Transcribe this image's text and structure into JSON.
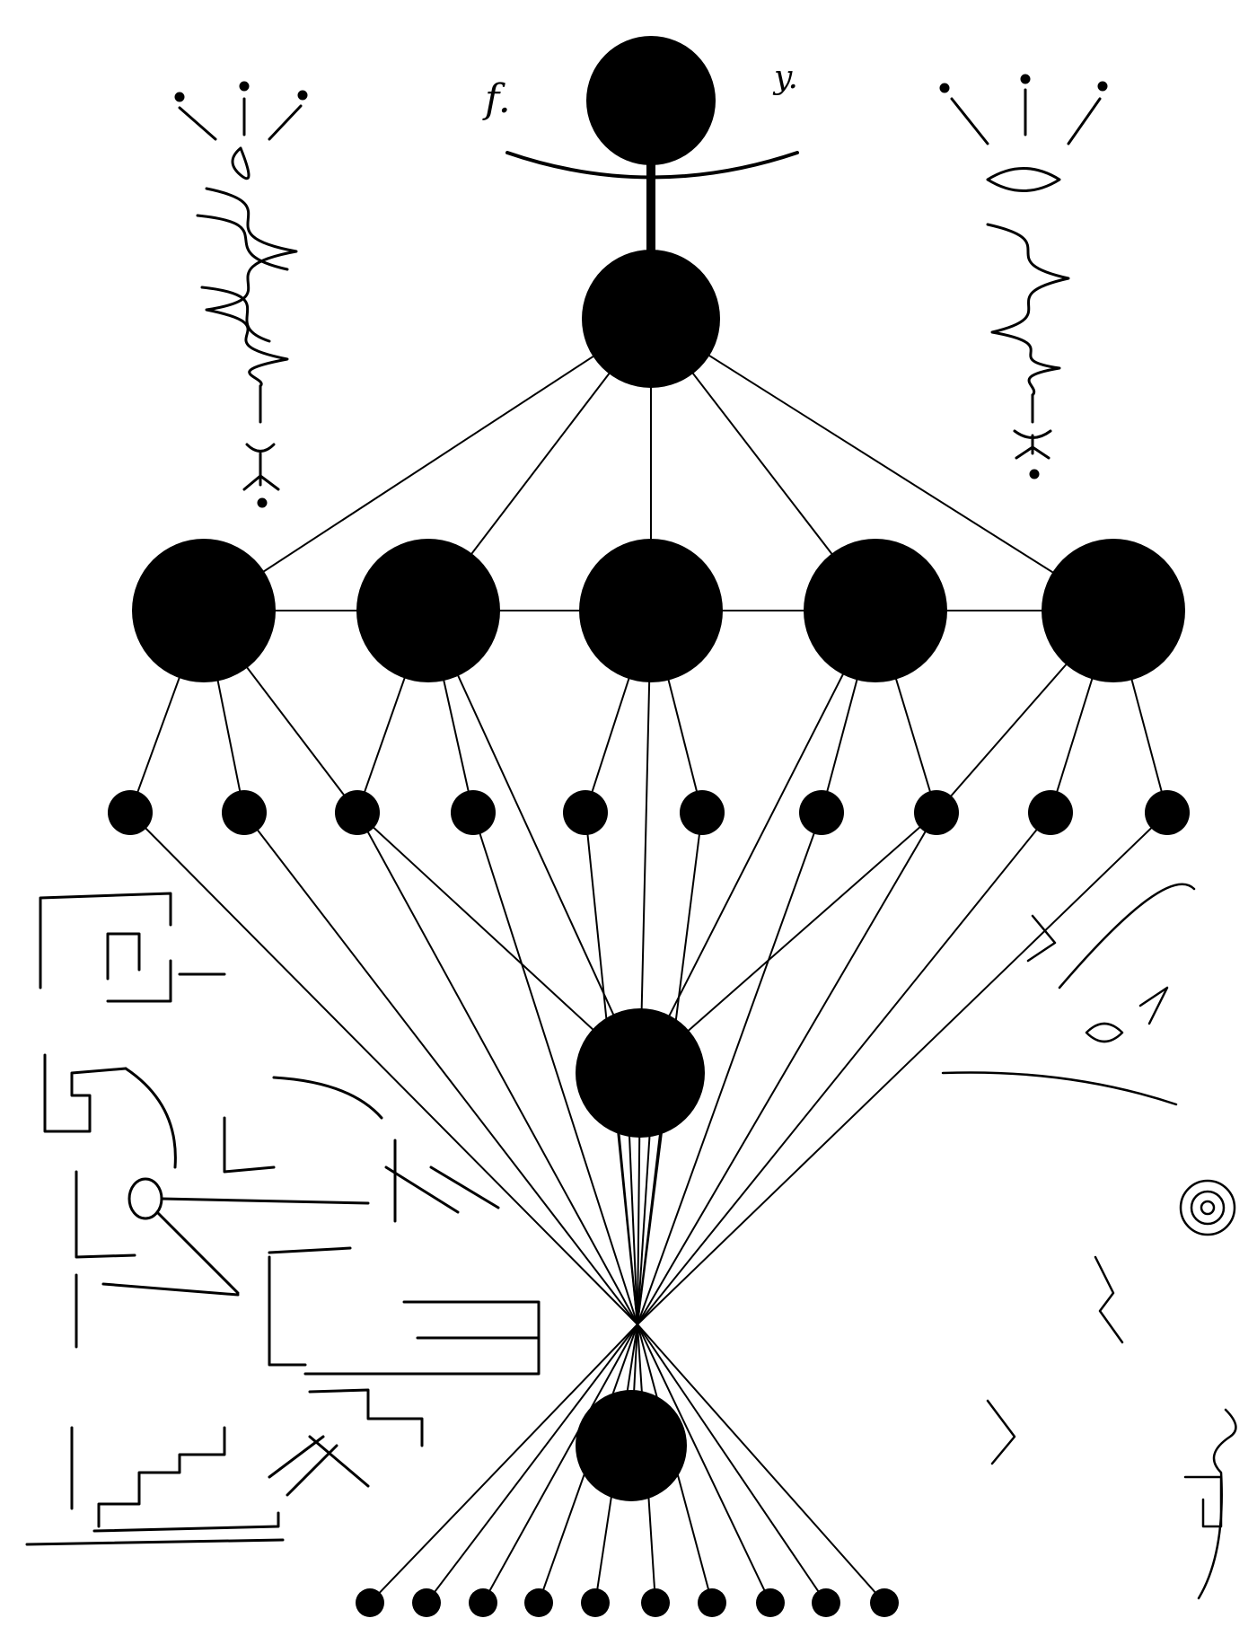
{
  "colors": {
    "ink": "#000000",
    "paper": "#ffffff"
  },
  "top_glyphs": {
    "left": "f.",
    "right": "y."
  },
  "diagram": {
    "type": "hierarchical node network",
    "nodes": [
      {
        "id": "apex",
        "tier": "apex"
      },
      {
        "id": "root",
        "tier": "root"
      },
      {
        "id": "l1-1",
        "tier": "large"
      },
      {
        "id": "l1-2",
        "tier": "large"
      },
      {
        "id": "l1-3",
        "tier": "large"
      },
      {
        "id": "l1-4",
        "tier": "large"
      },
      {
        "id": "l1-5",
        "tier": "large"
      },
      {
        "id": "s-1",
        "tier": "small"
      },
      {
        "id": "s-2",
        "tier": "small"
      },
      {
        "id": "s-3",
        "tier": "small"
      },
      {
        "id": "s-4",
        "tier": "small"
      },
      {
        "id": "s-5",
        "tier": "small"
      },
      {
        "id": "s-6",
        "tier": "small"
      },
      {
        "id": "s-7",
        "tier": "small"
      },
      {
        "id": "s-8",
        "tier": "small"
      },
      {
        "id": "s-9",
        "tier": "small"
      },
      {
        "id": "s-10",
        "tier": "small"
      },
      {
        "id": "hub",
        "tier": "hub"
      },
      {
        "id": "lower",
        "tier": "lower"
      },
      {
        "id": "b-1",
        "tier": "base"
      },
      {
        "id": "b-2",
        "tier": "base"
      },
      {
        "id": "b-3",
        "tier": "base"
      },
      {
        "id": "b-4",
        "tier": "base"
      },
      {
        "id": "b-5",
        "tier": "base"
      },
      {
        "id": "b-6",
        "tier": "base"
      },
      {
        "id": "b-7",
        "tier": "base"
      },
      {
        "id": "b-8",
        "tier": "base"
      },
      {
        "id": "b-9",
        "tier": "base"
      },
      {
        "id": "b-10",
        "tier": "base"
      }
    ],
    "edges": [
      [
        "apex",
        "root"
      ],
      [
        "root",
        "l1-1"
      ],
      [
        "root",
        "l1-2"
      ],
      [
        "root",
        "l1-3"
      ],
      [
        "root",
        "l1-4"
      ],
      [
        "root",
        "l1-5"
      ],
      [
        "l1-1",
        "l1-2"
      ],
      [
        "l1-2",
        "l1-3"
      ],
      [
        "l1-3",
        "l1-4"
      ],
      [
        "l1-4",
        "l1-5"
      ],
      [
        "l1-1",
        "s-1"
      ],
      [
        "l1-1",
        "s-2"
      ],
      [
        "l1-1",
        "s-3"
      ],
      [
        "l1-2",
        "s-3"
      ],
      [
        "l1-2",
        "s-4"
      ],
      [
        "l1-3",
        "s-5"
      ],
      [
        "l1-3",
        "s-6"
      ],
      [
        "l1-4",
        "s-7"
      ],
      [
        "l1-4",
        "s-8"
      ],
      [
        "l1-5",
        "s-8"
      ],
      [
        "l1-5",
        "s-9"
      ],
      [
        "l1-5",
        "s-10"
      ],
      [
        "s-3",
        "hub"
      ],
      [
        "s-8",
        "hub"
      ],
      [
        "l1-2",
        "hub"
      ],
      [
        "l1-4",
        "hub"
      ],
      [
        "l1-3",
        "hub"
      ]
    ]
  }
}
